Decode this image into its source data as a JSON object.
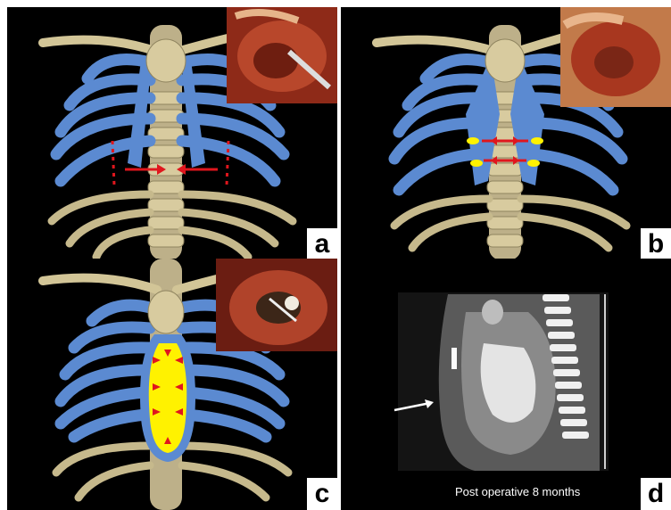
{
  "figure": {
    "panels": [
      {
        "id": "a",
        "label": "a",
        "content": "3D skeletal reconstruction with intraoperative photo inset"
      },
      {
        "id": "b",
        "label": "b",
        "content": "3D skeletal reconstruction with intraoperative photo inset"
      },
      {
        "id": "c",
        "label": "c",
        "content": "3D skeletal reconstruction with intraoperative photo inset"
      },
      {
        "id": "d",
        "label": "d",
        "content": "sagittal CT image"
      }
    ],
    "caption_d": "Post operative   8 months",
    "colors": {
      "rib_highlight": "#5b8ad1",
      "bone": "#cdbf94",
      "arrow": "#e0161d",
      "fill_area": "#fff200",
      "background": "#000000"
    },
    "icons": [
      "arrow-red",
      "arrow-white-pointer"
    ]
  }
}
